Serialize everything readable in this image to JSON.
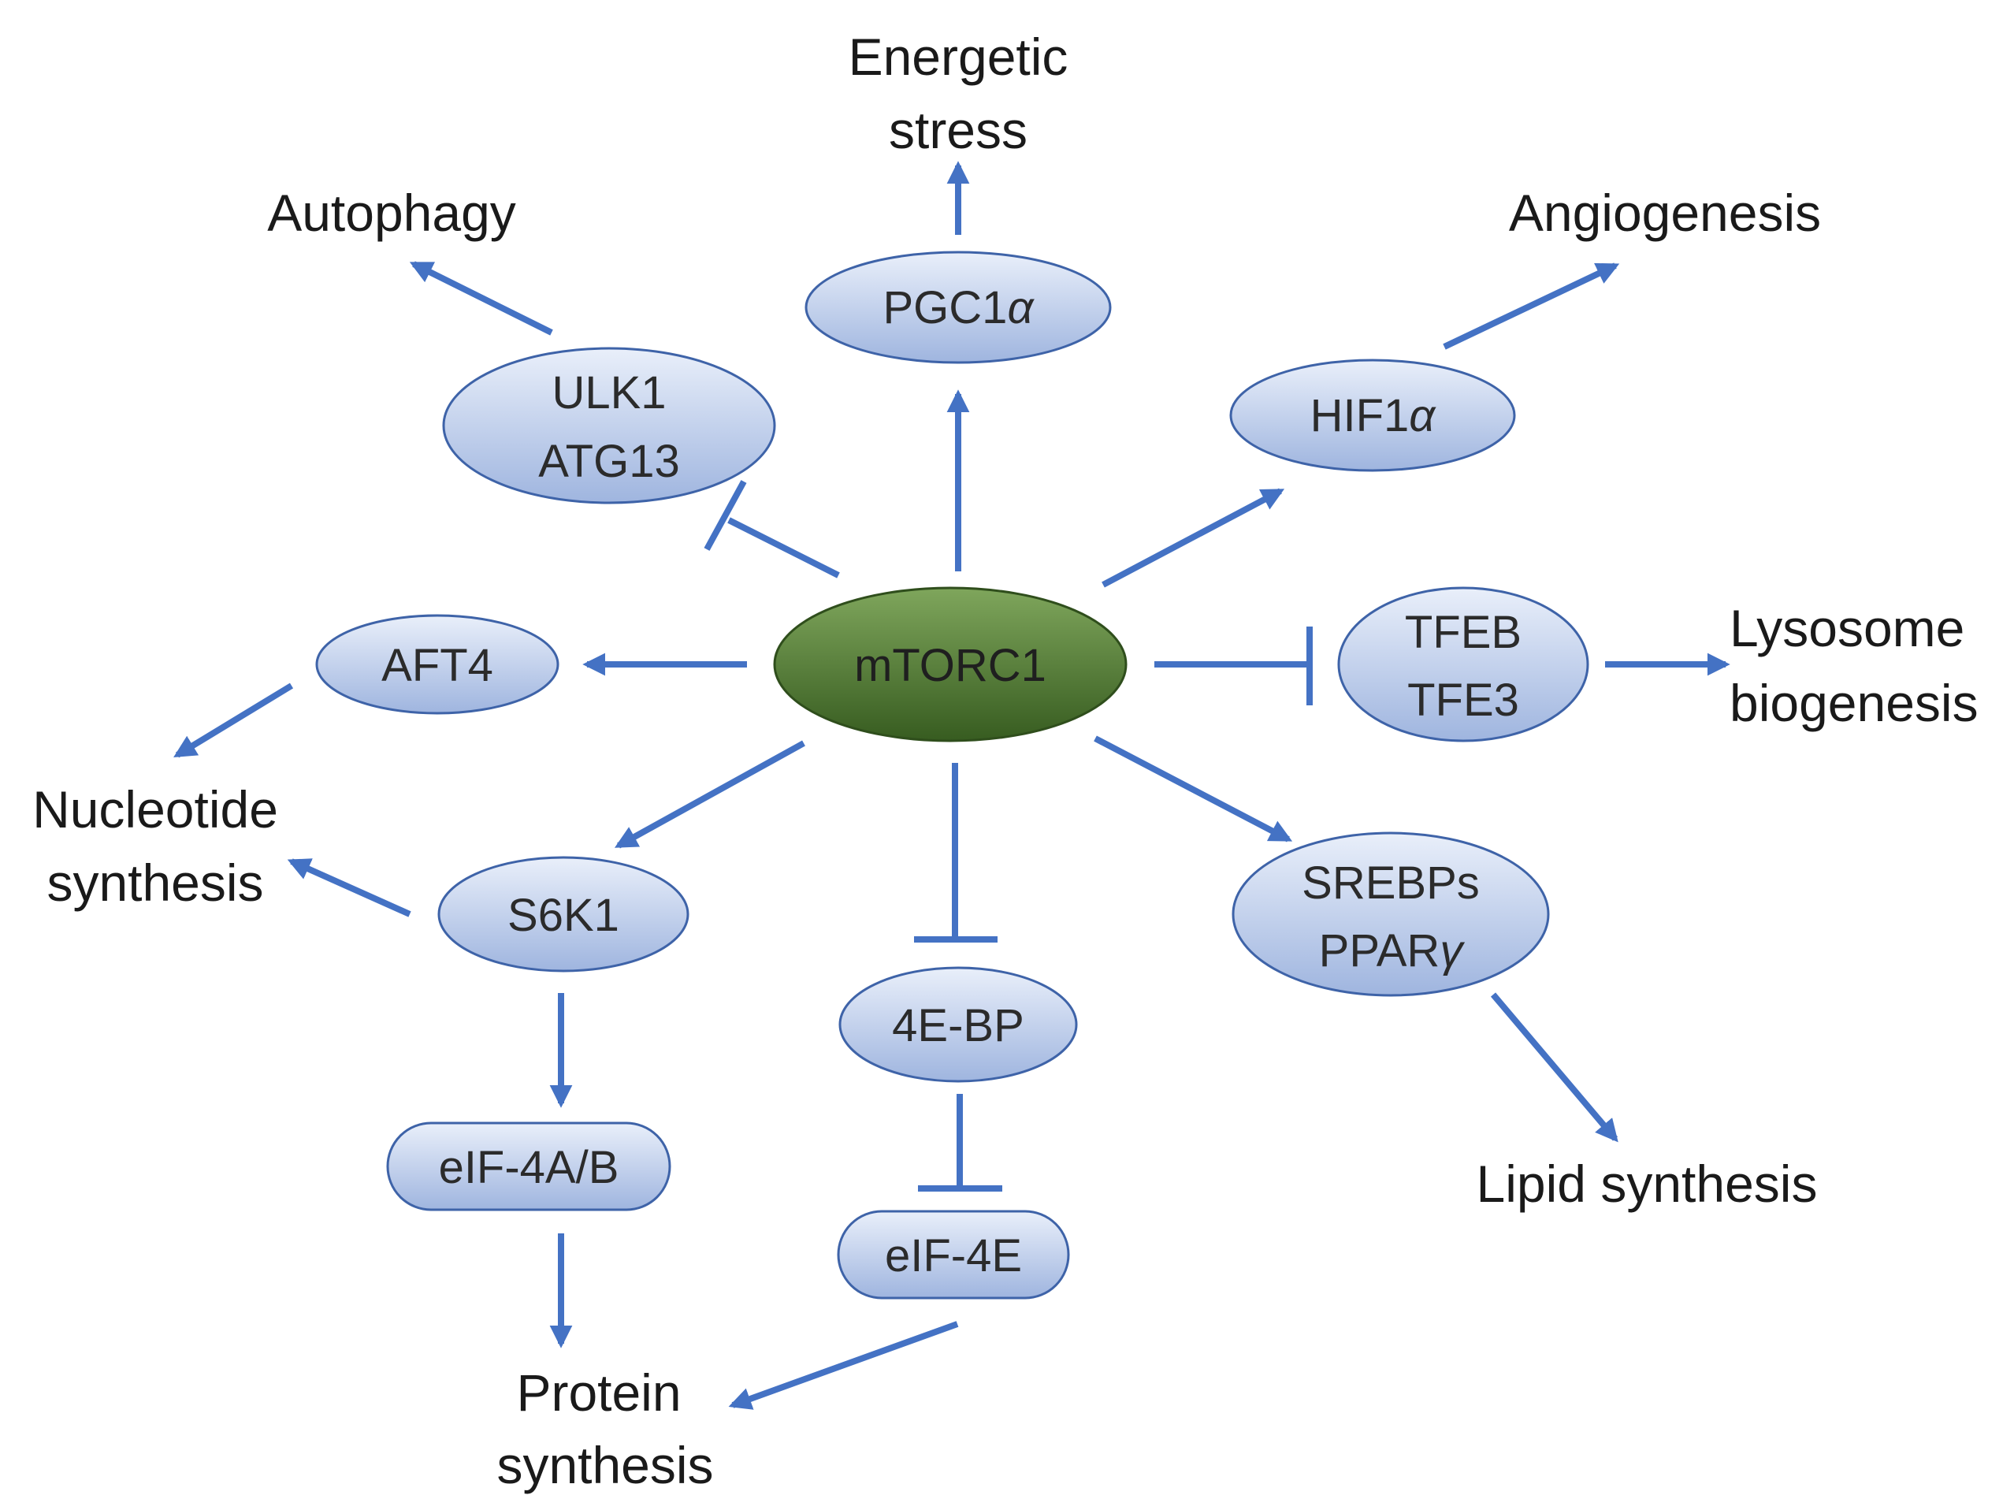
{
  "colors": {
    "arrow": "#4472C4",
    "node_fill_light": "#E9EFFA",
    "node_fill_dark": "#9FB5DF",
    "node_stroke": "#3E63A8",
    "hub_fill_light": "#7FA65C",
    "hub_fill_dark": "#375C20",
    "hub_stroke": "#2F4E1C",
    "text": "#1a1a1a"
  },
  "hub": {
    "label": "mTORC1"
  },
  "nodes": {
    "pgc1a": {
      "label": "PGC1",
      "greek": "α"
    },
    "ulk1": {
      "line1": "ULK1",
      "line2": "ATG13"
    },
    "hif1a": {
      "label": "HIF1",
      "greek": "α"
    },
    "aft4": {
      "label": "AFT4"
    },
    "tfeb": {
      "line1": "TFEB",
      "line2": "TFE3"
    },
    "s6k1": {
      "label": "S6K1"
    },
    "srebps": {
      "line1": "SREBPs",
      "line2": "PPAR",
      "greek": "γ"
    },
    "fourebp": {
      "label": "4E-BP"
    },
    "eif4ab": {
      "label": "eIF-4A/B"
    },
    "eif4e": {
      "label": "eIF-4E"
    }
  },
  "outcomes": {
    "energetic_stress": {
      "line1": "Energetic",
      "line2": "stress"
    },
    "autophagy": {
      "label": "Autophagy"
    },
    "angiogenesis": {
      "label": "Angiogenesis"
    },
    "lysosome": {
      "line1": "Lysosome",
      "line2": "biogenesis"
    },
    "nucleotide": {
      "line1": "Nucleotide",
      "line2": "synthesis"
    },
    "lipid": {
      "label": "Lipid synthesis"
    },
    "protein": {
      "line1": "Protein",
      "line2": "synthesis"
    }
  }
}
